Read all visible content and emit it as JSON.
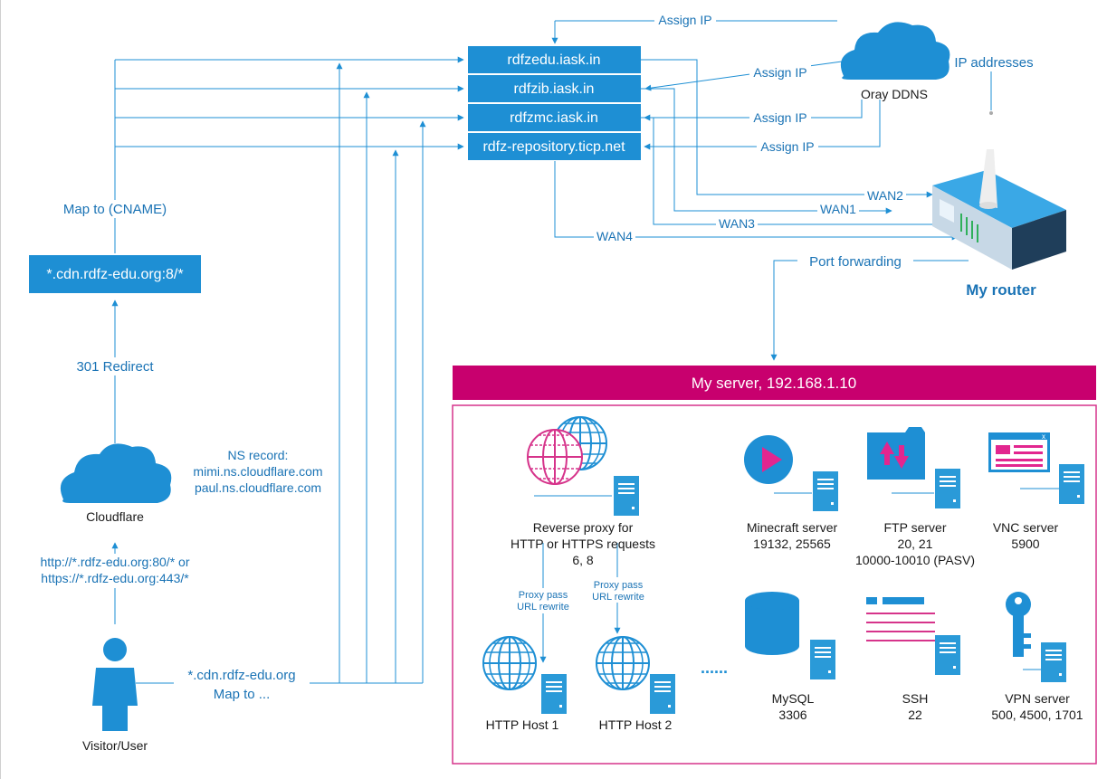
{
  "domains": {
    "d1": "rdfzedu.iask.in",
    "d2": "rdfzib.iask.in",
    "d3": "rdfzmc.iask.in",
    "d4": "rdfz-repository.ticp.net"
  },
  "edges": {
    "assign_ip": "Assign IP",
    "ip_addresses": "IP addresses",
    "wan1": "WAN1",
    "wan2": "WAN2",
    "wan3": "WAN3",
    "wan4": "WAN4",
    "port_forwarding": "Port forwarding",
    "map_cname": "Map to (CNAME)",
    "redirect_301": "301 Redirect",
    "ns_record": "NS record:",
    "ns1": "mimi.ns.cloudflare.com",
    "ns2": "paul.ns.cloudflare.com",
    "url1": "http://*.rdfz-edu.org:80/* or",
    "url2": "https://*.rdfz-edu.org:443/*",
    "visitor_dest1": "*.cdn.rdfz-edu.org",
    "visitor_dest2": "Map to ...",
    "proxy_pass": "Proxy pass",
    "url_rewrite": "URL rewrite"
  },
  "nodes": {
    "oray": "Oray DDNS",
    "router": "My router",
    "cdn_box": "*.cdn.rdfz-edu.org:8/*",
    "cloudflare": "Cloudflare",
    "visitor": "Visitor/User"
  },
  "server": {
    "title": "My server, 192.168.1.10",
    "reverse_proxy": [
      "Reverse proxy for",
      "HTTP or HTTPS requests",
      "6, 8"
    ],
    "minecraft": [
      "Minecraft server",
      "19132, 25565"
    ],
    "ftp": [
      "FTP server",
      "20, 21",
      "10000-10010 (PASV)"
    ],
    "vnc": [
      "VNC server",
      "5900"
    ],
    "mysql": [
      "MySQL",
      "3306"
    ],
    "ssh": [
      "SSH",
      "22"
    ],
    "vpn": [
      "VPN server",
      "500, 4500, 1701"
    ],
    "host1": "HTTP Host 1",
    "host2": "HTTP Host 2",
    "ellipsis": "......"
  },
  "colors": {
    "blue": "#1e8fd4",
    "text_blue": "#1a73b5",
    "magenta": "#c8006e",
    "pink": "#d6348b"
  }
}
